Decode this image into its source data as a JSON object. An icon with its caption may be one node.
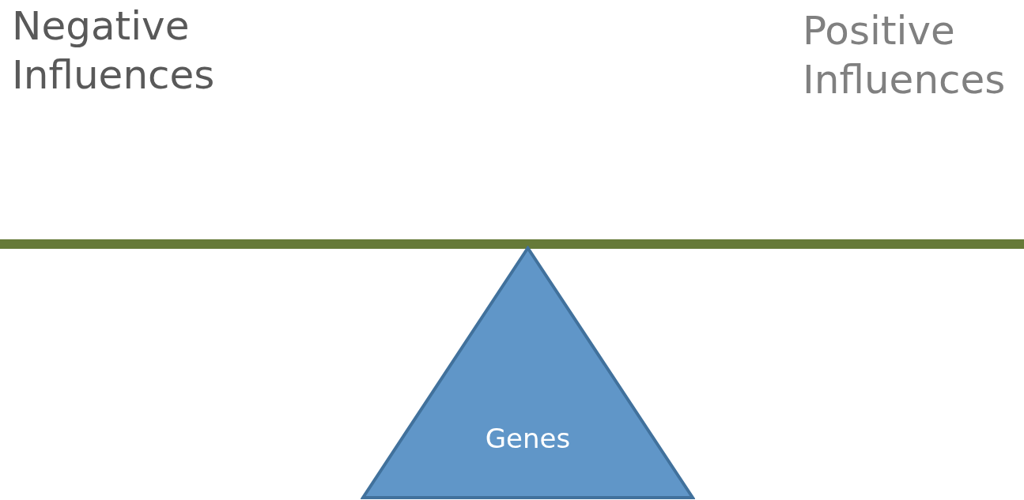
{
  "diagram": {
    "nodes": [
      {
        "text": [
          "Genes"
        ]
      }
    ],
    "labels": [
      "Negative Influences",
      "Positive Influences"
    ]
  }
}
